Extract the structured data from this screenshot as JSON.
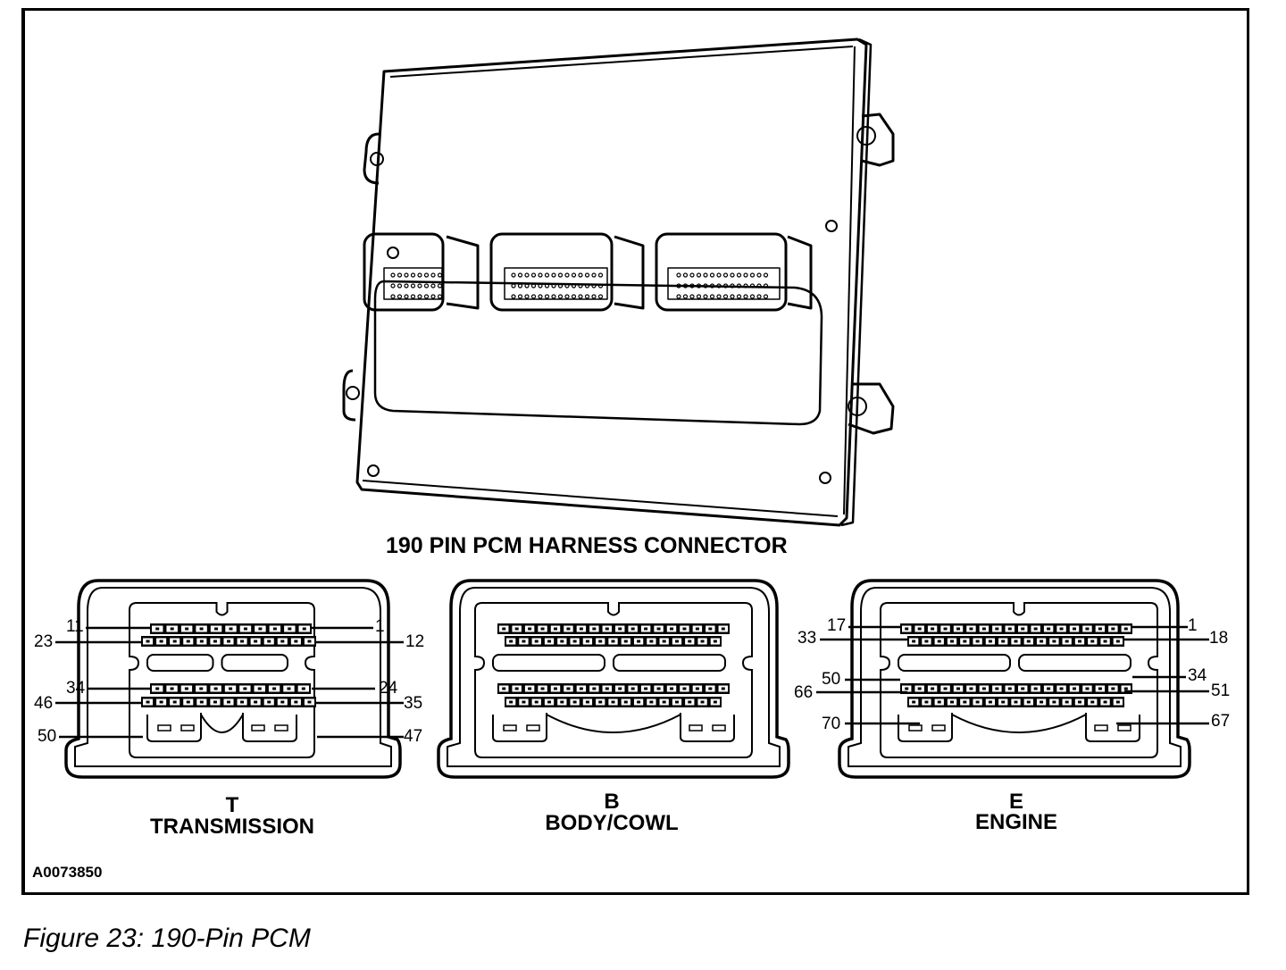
{
  "figure": {
    "title": "190 PIN PCM HARNESS CONNECTOR",
    "id": "A0073850",
    "caption": "Figure 23: 190-Pin PCM"
  },
  "connectors": [
    {
      "key": "transmission",
      "letter": "T",
      "name": "TRANSMISSION",
      "pins": {
        "row1_left": "11",
        "row1_right": "1",
        "row2_left": "23",
        "row2_right": "12",
        "row3_left": "34",
        "row3_right": "24",
        "row4_left": "46",
        "row4_right": "35",
        "row5_left": "50",
        "row5_right": "47"
      }
    },
    {
      "key": "body-cowl",
      "letter": "B",
      "name": "BODY/COWL",
      "pins": {}
    },
    {
      "key": "engine",
      "letter": "E",
      "name": "ENGINE",
      "pins": {
        "row1_left": "17",
        "row1_right": "1",
        "row2_left": "33",
        "row2_right": "18",
        "row3_left": "50",
        "row3_right": "34",
        "row4_left": "66",
        "row4_right": "51",
        "row5_left": "70",
        "row5_right": "67"
      }
    }
  ]
}
